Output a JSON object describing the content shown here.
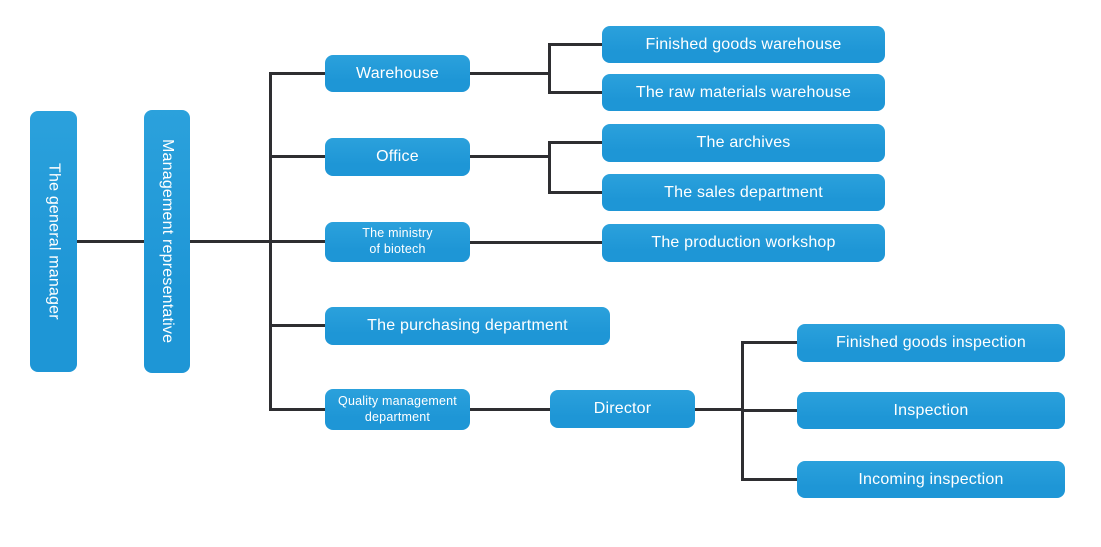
{
  "diagram": {
    "type": "org_chart",
    "colors": {
      "background": "#ffffff",
      "node_fill": "#1e96d6",
      "node_fill_light": "#2ba1dc",
      "node_text": "#ffffff",
      "connector": "#2e2e31"
    },
    "nodes": {
      "general_manager": {
        "label": "The general manager"
      },
      "management_representative": {
        "label": "Management representative"
      },
      "warehouse": {
        "label": "Warehouse"
      },
      "office": {
        "label": "Office"
      },
      "ministry_of_biotech": {
        "label": "The ministry\nof biotech"
      },
      "purchasing_department": {
        "label": "The purchasing department"
      },
      "quality_management_department": {
        "label": "Quality management\ndepartment"
      },
      "director": {
        "label": "Director"
      },
      "finished_goods_warehouse": {
        "label": "Finished goods warehouse"
      },
      "raw_materials_warehouse": {
        "label": "The raw materials warehouse"
      },
      "archives": {
        "label": "The archives"
      },
      "sales_department": {
        "label": "The sales department"
      },
      "production_workshop": {
        "label": "The production workshop"
      },
      "finished_goods_inspection": {
        "label": "Finished goods inspection"
      },
      "inspection": {
        "label": "Inspection"
      },
      "incoming_inspection": {
        "label": "Incoming inspection"
      }
    },
    "edges": [
      {
        "from": "general_manager",
        "to": "management_representative"
      },
      {
        "from": "management_representative",
        "to": "warehouse"
      },
      {
        "from": "management_representative",
        "to": "office"
      },
      {
        "from": "management_representative",
        "to": "ministry_of_biotech"
      },
      {
        "from": "management_representative",
        "to": "purchasing_department"
      },
      {
        "from": "management_representative",
        "to": "quality_management_department"
      },
      {
        "from": "warehouse",
        "to": "finished_goods_warehouse"
      },
      {
        "from": "warehouse",
        "to": "raw_materials_warehouse"
      },
      {
        "from": "office",
        "to": "archives"
      },
      {
        "from": "office",
        "to": "sales_department"
      },
      {
        "from": "ministry_of_biotech",
        "to": "production_workshop"
      },
      {
        "from": "quality_management_department",
        "to": "director"
      },
      {
        "from": "director",
        "to": "finished_goods_inspection"
      },
      {
        "from": "director",
        "to": "inspection"
      },
      {
        "from": "director",
        "to": "incoming_inspection"
      }
    ]
  }
}
